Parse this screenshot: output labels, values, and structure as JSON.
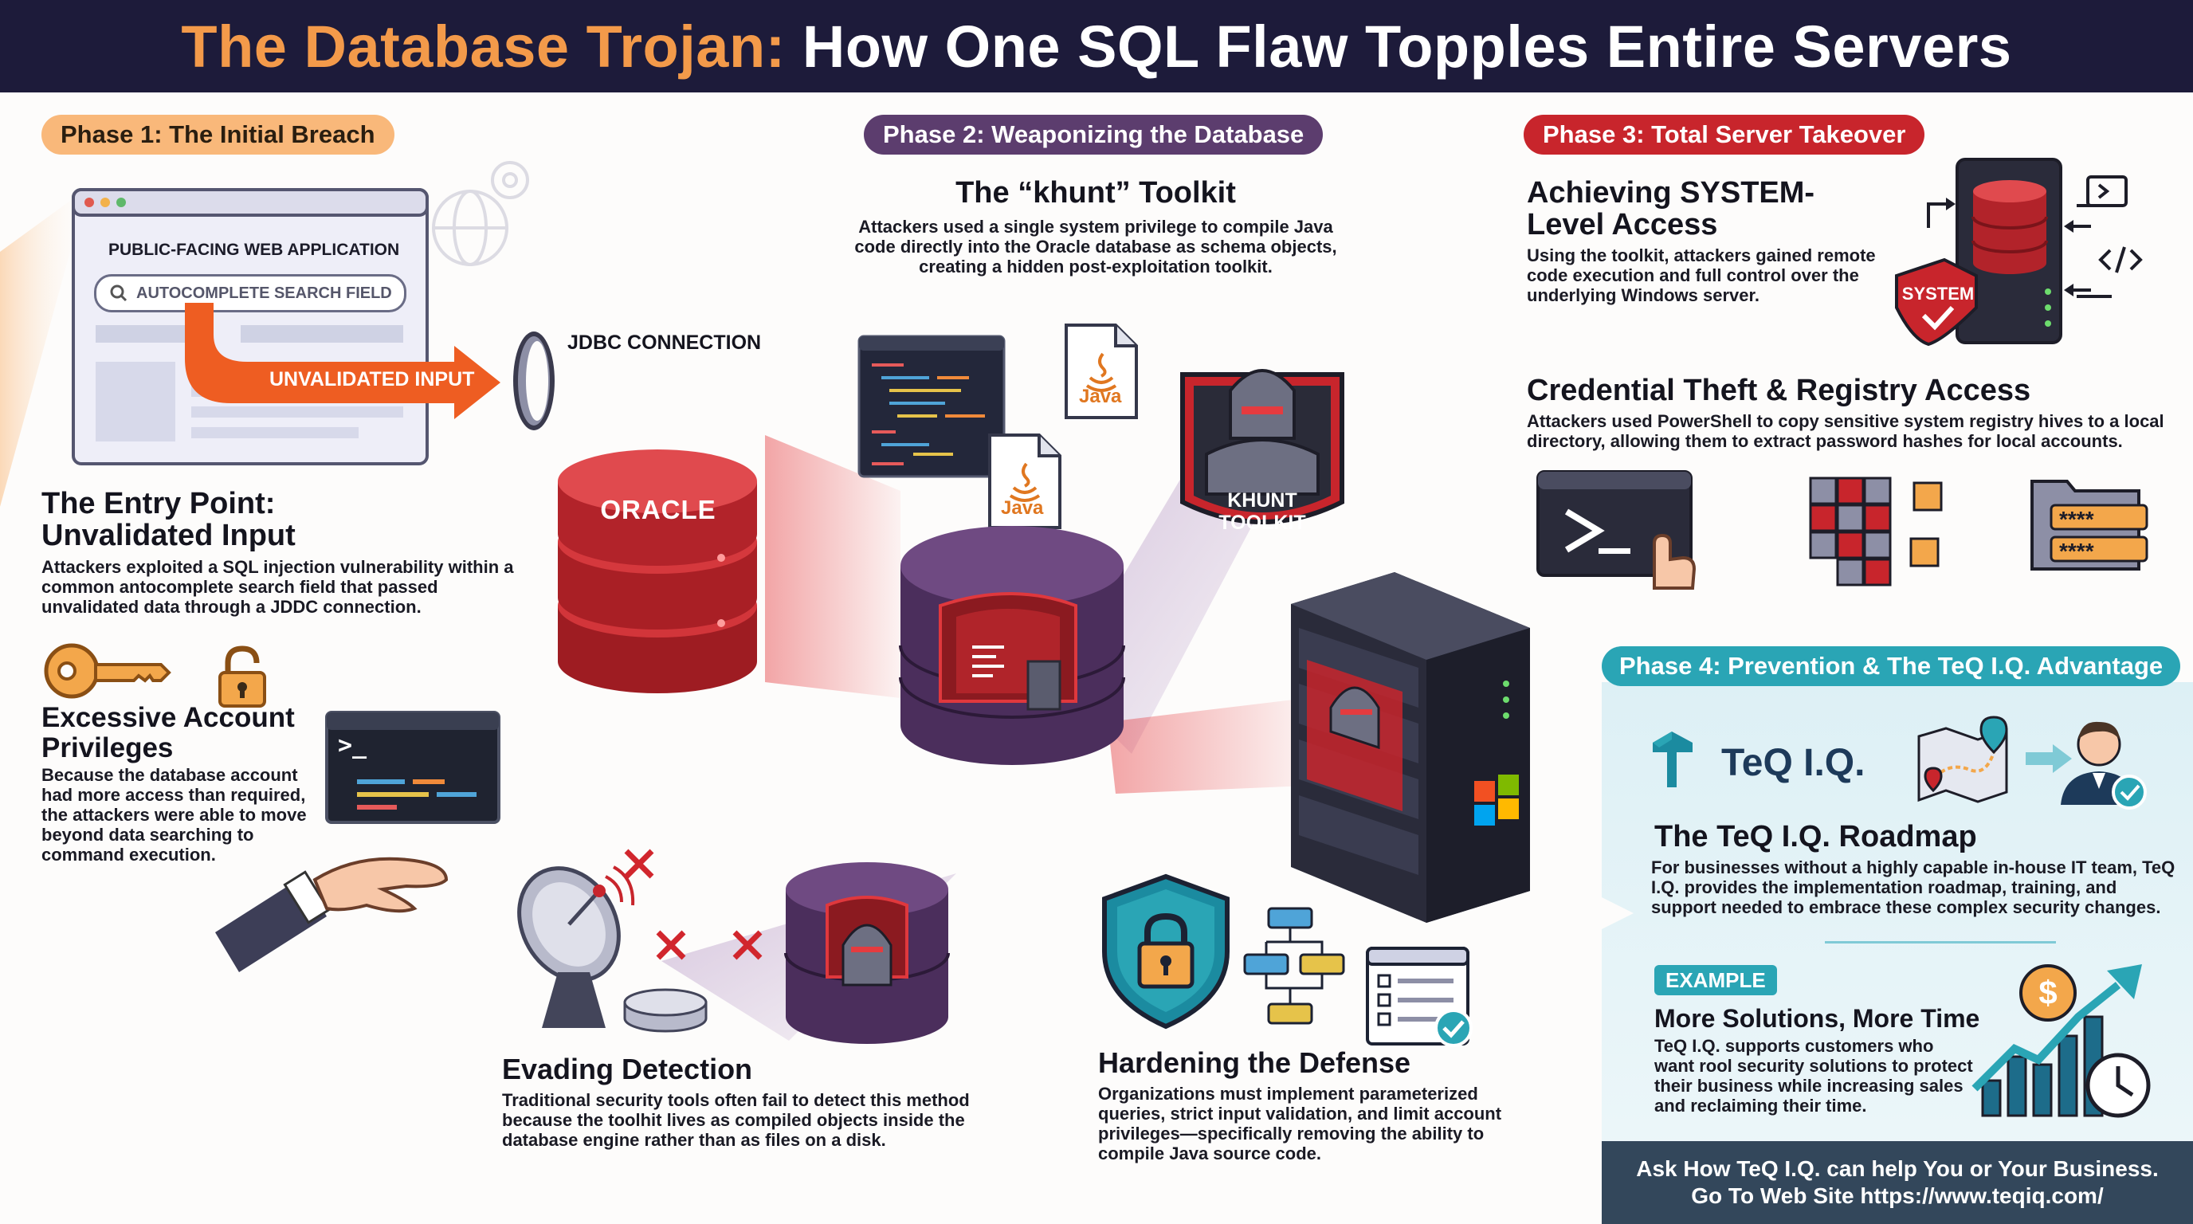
{
  "header": {
    "title_accent": "The Database Trojan:",
    "title_rest": "How One SQL Flaw Topples Entire Servers"
  },
  "phases": {
    "p1": "Phase 1: The Initial Breach",
    "p2": "Phase 2: Weaponizing the Database",
    "p3": "Phase 3: Total Server Takeover",
    "p4": "Phase 4: Prevention & The TeQ I.Q. Advantage"
  },
  "phase1": {
    "webapp_label": "PUBLIC-FACING WEB APPLICATION",
    "search_placeholder": "AUTOCOMPLETE SEARCH FIELD",
    "unvalidated_label": "UNVALIDATED INPUT",
    "jdbc_label": "JDBC CONNECTION",
    "entry_title": "The Entry Point: Unvalidated Input",
    "entry_body": "Attackers exploited a SQL injection vulnerability within a common antocomplete search field that passed unvalidated data through a JDDC connection.",
    "priv_title": "Excessive Account Privileges",
    "priv_body": "Because the database account had more access than required, the attackers were able to move beyond data searching to command execution.",
    "terminal_prompt": ">_"
  },
  "phase2": {
    "toolkit_title": "The “khunt” Toolkit",
    "toolkit_body": "Attackers used a single system privilege to compile Java code directly into the Oracle database as schema objects, creating a hidden post-exploitation toolkit.",
    "oracle_label": "ORACLE",
    "java_label": "Java",
    "khunt_label_1": "KHUNT",
    "khunt_label_2": "TOOLKIT",
    "evade_title": "Evading Detection",
    "evade_body": "Traditional security tools often fail to detect this method because the toolhit lives as compiled objects inside the database engine rather than as files on a disk."
  },
  "phase3": {
    "system_title": "Achieving SYSTEM-Level Access",
    "system_body": "Using the toolkit, attackers gained remote code execution and full control over the underlying Windows server.",
    "system_badge": "SYSTEM",
    "cred_title": "Credential Theft & Registry Access",
    "cred_body": "Attackers used PowerShell to copy sensitive system registry hives to a local directory, allowing them to extract password hashes for local accounts.",
    "password_mask": "****",
    "hardening_title": "Hardening the Defense",
    "hardening_body": "Organizations must implement parameterized queries, strict input validation, and limit account privileges—specifically removing the ability to compile Java source code."
  },
  "phase4": {
    "brand": "TeQ I.Q.",
    "roadmap_title": "The TeQ I.Q. Roadmap",
    "roadmap_body": "For businesses without a highly capable in-house IT team, TeQ I.Q. provides the implementation roadmap, training, and support needed to embrace these complex security changes.",
    "example_badge": "EXAMPLE",
    "example_title": "More Solutions, More Time",
    "example_body": "TeQ I.Q. supports customers who want rool security solutions to protect their business while increasing sales and reclaiming their time.",
    "cta_line1": "Ask How TeQ I.Q. can help You or Your Business.",
    "cta_line2": "Go To Web Site https://www.teqiq.com/"
  },
  "colors": {
    "navy": "#1d1b3a",
    "orange": "#f39a4a",
    "red": "#c8252c",
    "purple": "#5c3d6e",
    "teal": "#2aa5b5",
    "cta": "#33475b"
  },
  "icons": [
    "key-icon",
    "padlock-icon",
    "terminal-icon",
    "hand-icon",
    "oracle-database-icon",
    "java-file-icon",
    "knight-icon",
    "server-rack-icon",
    "windows-logo-icon",
    "satellite-dish-icon",
    "red-x-icon",
    "shield-lock-icon",
    "flowchart-icon",
    "checklist-icon",
    "powershell-icon",
    "cubes-icon",
    "password-folder-icon",
    "teqiq-logo-icon",
    "map-pin-icon",
    "support-agent-icon",
    "growth-chart-icon",
    "dollar-coin-icon",
    "clock-icon",
    "gear-globe-icon",
    "code-icon"
  ]
}
